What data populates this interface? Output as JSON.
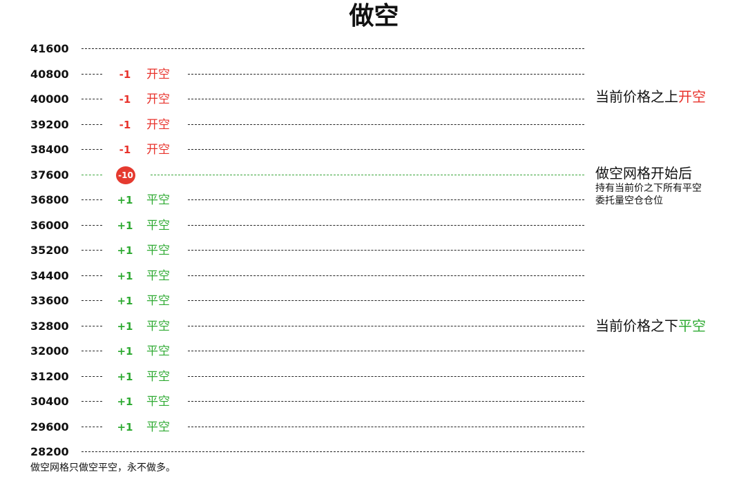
{
  "title": "做空",
  "rows": [
    {
      "price": "41600",
      "delta": "",
      "action": "",
      "color": ""
    },
    {
      "price": "40800",
      "delta": "-1",
      "action": "开空",
      "color": "red"
    },
    {
      "price": "40000",
      "delta": "-1",
      "action": "开空",
      "color": "red"
    },
    {
      "price": "39200",
      "delta": "-1",
      "action": "开空",
      "color": "red"
    },
    {
      "price": "38400",
      "delta": "-1",
      "action": "开空",
      "color": "red"
    },
    {
      "price": "37600",
      "delta": "-10",
      "action": "",
      "color": "badge"
    },
    {
      "price": "36800",
      "delta": "+1",
      "action": "平空",
      "color": "green"
    },
    {
      "price": "36000",
      "delta": "+1",
      "action": "平空",
      "color": "green"
    },
    {
      "price": "35200",
      "delta": "+1",
      "action": "平空",
      "color": "green"
    },
    {
      "price": "34400",
      "delta": "+1",
      "action": "平空",
      "color": "green"
    },
    {
      "price": "33600",
      "delta": "+1",
      "action": "平空",
      "color": "green"
    },
    {
      "price": "32800",
      "delta": "+1",
      "action": "平空",
      "color": "green"
    },
    {
      "price": "32000",
      "delta": "+1",
      "action": "平空",
      "color": "green"
    },
    {
      "price": "31200",
      "delta": "+1",
      "action": "平空",
      "color": "green"
    },
    {
      "price": "30400",
      "delta": "+1",
      "action": "平空",
      "color": "green"
    },
    {
      "price": "29600",
      "delta": "+1",
      "action": "平空",
      "color": "green"
    },
    {
      "price": "28200",
      "delta": "",
      "action": "",
      "color": ""
    }
  ],
  "annotations": {
    "above": {
      "prefix": "当前价格之上",
      "highlight": "开空"
    },
    "start": {
      "heading": "做空网格开始后",
      "line1": "持有当前价之下所有平空",
      "line2": "委托量空仓仓位"
    },
    "below": {
      "prefix": "当前价格之下",
      "highlight": "平空"
    }
  },
  "footer": "做空网格只做空平空，永不做多。",
  "colors": {
    "red": "#e8322b",
    "green": "#2eaa32",
    "badge": "#e53a2f"
  }
}
